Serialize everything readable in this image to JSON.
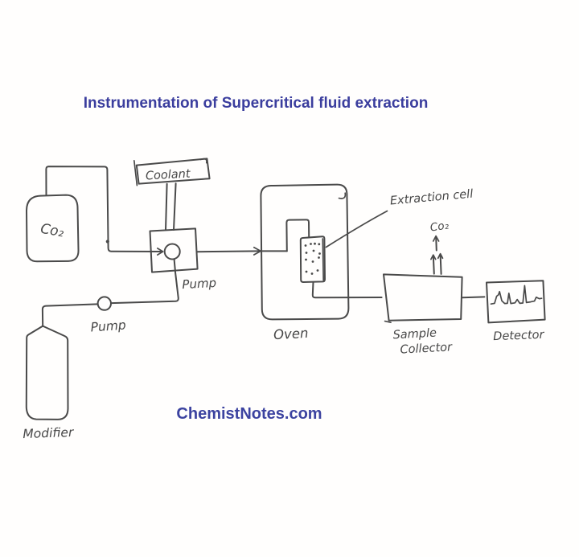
{
  "title": {
    "text": "Instrumentation of Supercritical fluid extraction"
  },
  "watermark": {
    "text": "ChemistNotes.com"
  },
  "colors": {
    "title_blue": "#3b3e9e",
    "watermark_blue": "#3c43a0",
    "ink": "#4a4a4a"
  },
  "diagram": {
    "co2_tank_label": "Co₂",
    "coolant_label": "Coolant",
    "main_pump_label": "Pump",
    "modifier_pump_label": "Pump",
    "modifier_label": "Modifier",
    "oven_label": "Oven",
    "extraction_cell_label": "Extraction cell",
    "co2_vent_label": "Co₂",
    "sample_collector_label_line1": "Sample",
    "sample_collector_label_line2": "Collector",
    "detector_label": "Detector"
  }
}
